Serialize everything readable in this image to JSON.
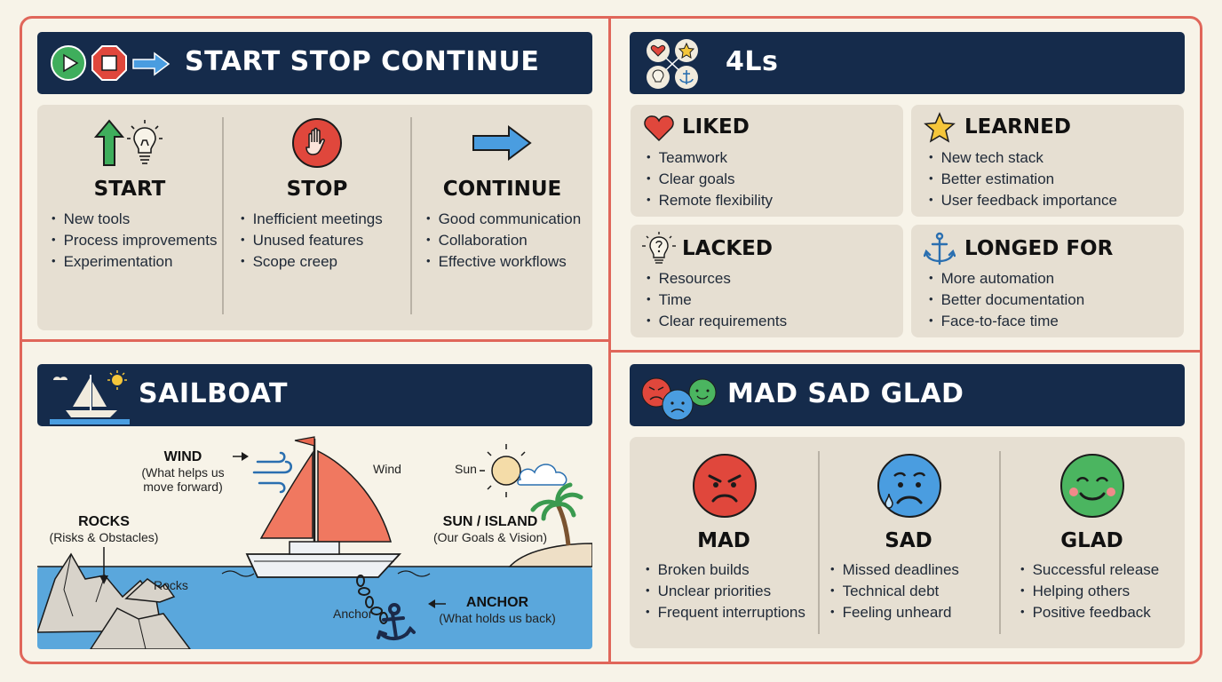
{
  "start_stop_continue": {
    "title": "START STOP CONTINUE",
    "columns": [
      {
        "title": "START",
        "items": [
          "New tools",
          "Process improvements",
          "Experimentation"
        ]
      },
      {
        "title": "STOP",
        "items": [
          "Inefficient meetings",
          "Unused features",
          "Scope creep"
        ]
      },
      {
        "title": "CONTINUE",
        "items": [
          "Good communication",
          "Collaboration",
          "Effective workflows"
        ]
      }
    ]
  },
  "four_ls": {
    "title": "4Ls",
    "cards": [
      {
        "title": "LIKED",
        "items": [
          "Teamwork",
          "Clear goals",
          "Remote flexibility"
        ]
      },
      {
        "title": "LEARNED",
        "items": [
          "New tech stack",
          "Better estimation",
          "User feedback importance"
        ]
      },
      {
        "title": "LACKED",
        "items": [
          "Resources",
          "Time",
          "Clear requirements"
        ]
      },
      {
        "title": "LONGED FOR",
        "items": [
          "More automation",
          "Better documentation",
          "Face-to-face time"
        ]
      }
    ]
  },
  "sailboat": {
    "title": "SAILBOAT",
    "wind": {
      "title": "WIND",
      "desc1": "(What helps us",
      "desc2": "move forward)",
      "small": "Wind"
    },
    "rocks": {
      "title": "ROCKS",
      "desc": "(Risks & Obstacles)",
      "small": "Rocks"
    },
    "sun": {
      "title": "SUN / ISLAND",
      "desc": "(Our Goals & Vision)",
      "small": "Sun"
    },
    "anchor": {
      "title": "ANCHOR",
      "desc": "(What holds us back)",
      "small": "Anchor"
    }
  },
  "mad_sad_glad": {
    "title": "MAD SAD GLAD",
    "columns": [
      {
        "title": "MAD",
        "items": [
          "Broken builds",
          "Unclear priorities",
          "Frequent interruptions"
        ]
      },
      {
        "title": "SAD",
        "items": [
          "Missed deadlines",
          "Technical debt",
          "Feeling unheard"
        ]
      },
      {
        "title": "GLAD",
        "items": [
          "Successful release",
          "Helping others",
          "Positive feedback"
        ]
      }
    ]
  },
  "colors": {
    "frame": "#e0665a",
    "header": "#152b4b",
    "panel": "#e6dfd2",
    "background": "#f7f3e8"
  }
}
